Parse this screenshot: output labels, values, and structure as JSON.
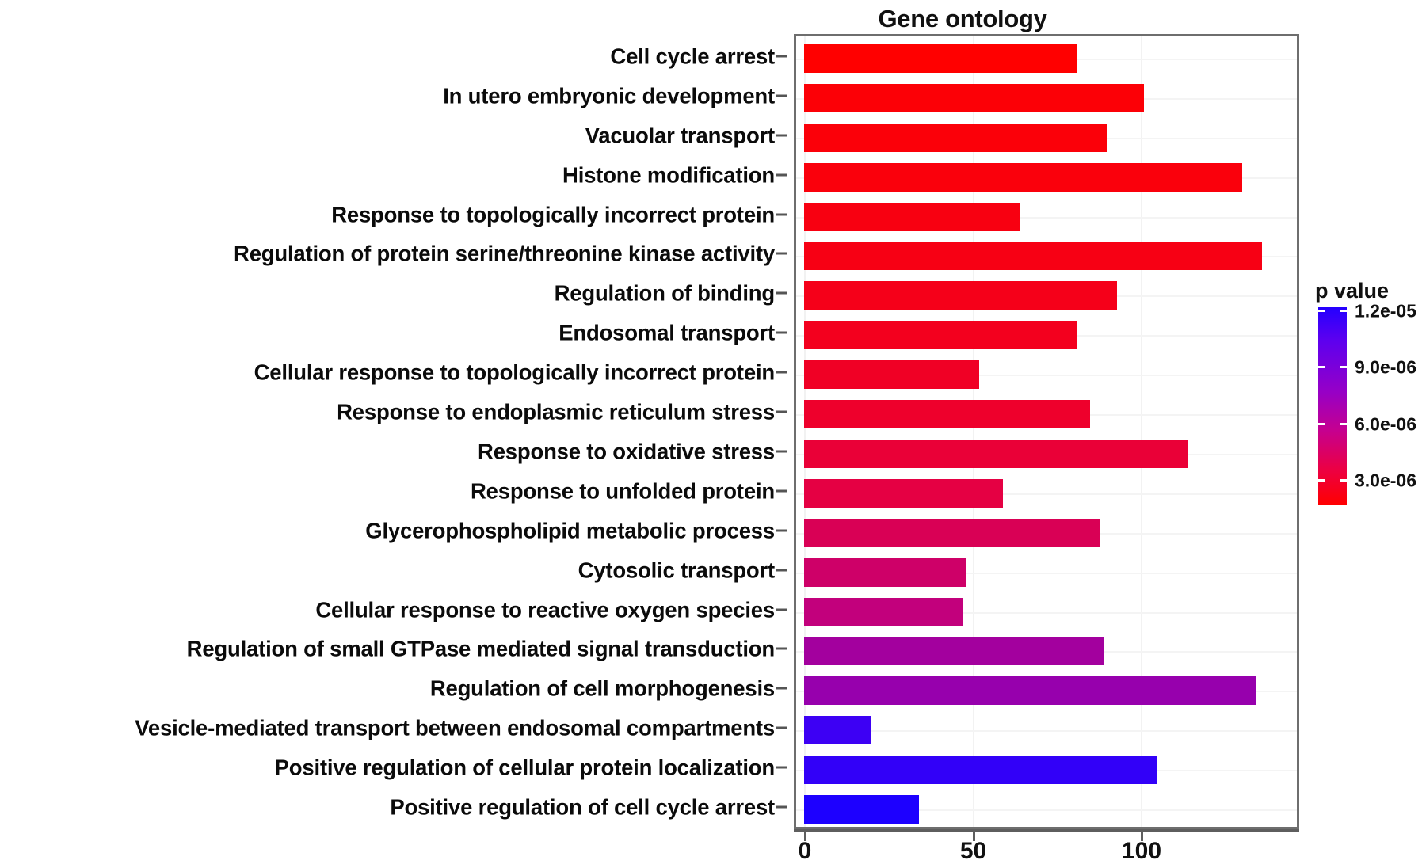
{
  "chart_data": {
    "type": "bar",
    "orientation": "horizontal",
    "title": "Gene ontology",
    "xlabel": "",
    "ylabel": "",
    "xlim": [
      0,
      143
    ],
    "xticks": [
      0,
      50,
      100
    ],
    "xtick_labels": [
      "0",
      "50",
      "100"
    ],
    "grid": true,
    "legend": {
      "title": "p value",
      "position": "right",
      "ticks": [
        "1.2e-05",
        "9.0e-06",
        "6.0e-06",
        "3.0e-06"
      ],
      "tick_values": [
        1.2e-05,
        9e-06,
        6e-06,
        3e-06
      ],
      "colormap_low_color": "#ff0000",
      "colormap_high_color": "#2400ff"
    },
    "categories": [
      "Cell cycle arrest",
      "In utero embryonic development",
      "Vacuolar transport",
      "Histone modification",
      "Response to topologically incorrect protein",
      "Regulation of protein serine/threonine kinase activity",
      "Regulation of binding",
      "Endosomal transport",
      "Cellular response to topologically incorrect protein",
      "Response to endoplasmic reticulum stress",
      "Response to oxidative stress",
      "Response to unfolded protein",
      "Glycerophospholipid metabolic process",
      "Cytosolic transport",
      "Cellular response to reactive oxygen species",
      "Regulation of small GTPase mediated signal transduction",
      "Regulation of cell morphogenesis",
      "Vesicle-mediated transport between endosomal compartments",
      "Positive regulation of cellular protein localization",
      "Positive regulation of cell cycle arrest"
    ],
    "values": [
      81,
      101,
      90,
      130,
      64,
      136,
      93,
      81,
      52,
      85,
      114,
      59,
      88,
      48,
      47,
      89,
      134,
      20,
      105,
      34
    ],
    "p_values": [
      8e-07,
      9e-07,
      1e-06,
      1.1e-06,
      1.3e-06,
      1.4e-06,
      1.6e-06,
      1.9e-06,
      2.2e-06,
      2.6e-06,
      3.1e-06,
      3.6e-06,
      4.2e-06,
      5e-06,
      5.9e-06,
      7.4e-06,
      8.5e-06,
      1.15e-05,
      1.18e-05,
      1.2e-05
    ],
    "bar_colors": [
      "#ff0000",
      "#fc0006",
      "#fb0009",
      "#fa000c",
      "#f80011",
      "#f70014",
      "#f50019",
      "#f3001e",
      "#f00025",
      "#ee002c",
      "#ea0037",
      "#e50043",
      "#d90055",
      "#ce0068",
      "#c2007c",
      "#a3009e",
      "#9700ad",
      "#3d00f4",
      "#3200f8",
      "#1d00ff"
    ]
  }
}
